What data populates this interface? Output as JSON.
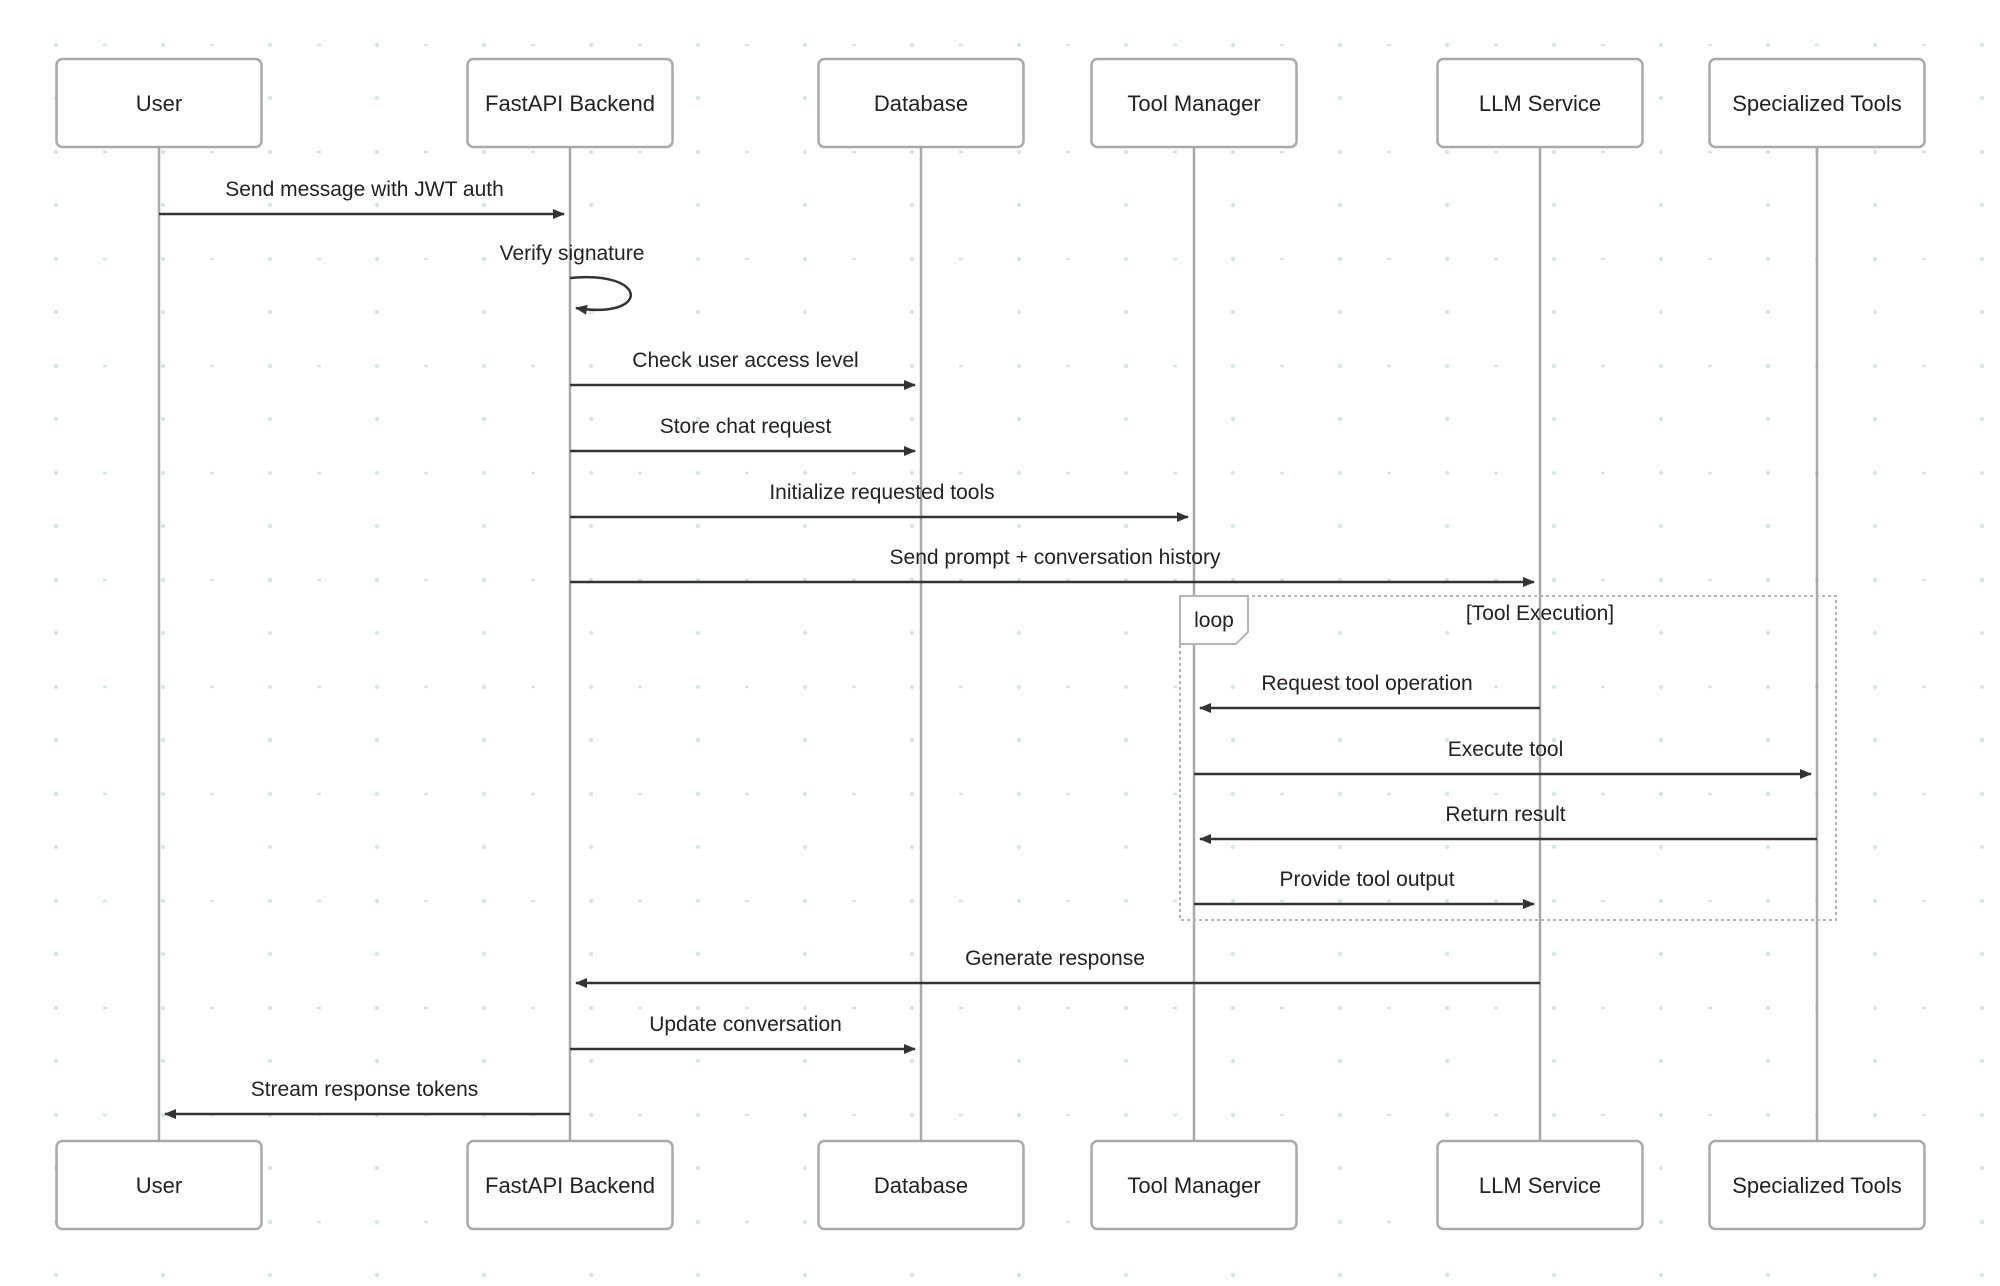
{
  "diagram": {
    "type": "sequence",
    "participants": [
      {
        "id": "user",
        "label": "User"
      },
      {
        "id": "backend",
        "label": "FastAPI Backend"
      },
      {
        "id": "db",
        "label": "Database"
      },
      {
        "id": "toolmgr",
        "label": "Tool Manager"
      },
      {
        "id": "llm",
        "label": "LLM Service"
      },
      {
        "id": "tools",
        "label": "Specialized Tools"
      }
    ],
    "messages": [
      {
        "from": "user",
        "to": "backend",
        "label": "Send message with JWT auth"
      },
      {
        "from": "backend",
        "to": "backend",
        "label": "Verify signature"
      },
      {
        "from": "backend",
        "to": "db",
        "label": "Check user access level"
      },
      {
        "from": "backend",
        "to": "db",
        "label": "Store chat request"
      },
      {
        "from": "backend",
        "to": "toolmgr",
        "label": "Initialize requested tools"
      },
      {
        "from": "backend",
        "to": "llm",
        "label": "Send prompt + conversation history"
      },
      {
        "from": "llm",
        "to": "toolmgr",
        "label": "Request tool operation"
      },
      {
        "from": "toolmgr",
        "to": "tools",
        "label": "Execute tool"
      },
      {
        "from": "tools",
        "to": "toolmgr",
        "label": "Return result"
      },
      {
        "from": "toolmgr",
        "to": "llm",
        "label": "Provide tool output"
      },
      {
        "from": "llm",
        "to": "backend",
        "label": "Generate response"
      },
      {
        "from": "backend",
        "to": "db",
        "label": "Update conversation"
      },
      {
        "from": "backend",
        "to": "user",
        "label": "Stream response tokens"
      }
    ],
    "loop": {
      "keyword": "loop",
      "label": "[Tool Execution]",
      "first_message": 6,
      "last_message": 9
    }
  },
  "colors": {
    "box_stroke": "#a9a9a9",
    "arrow": "#333333",
    "grid": "#d3e6ec",
    "loop_border": "#b5b5b5"
  }
}
